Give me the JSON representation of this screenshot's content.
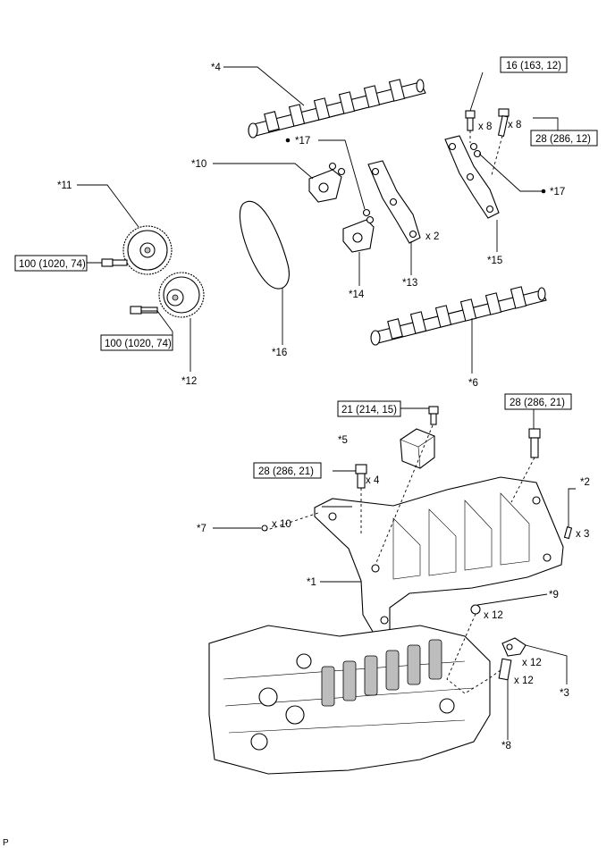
{
  "labels": {
    "p1": "*1",
    "p2": "*2",
    "p3": "*3",
    "p4": "*4",
    "p5": "*5",
    "p6": "*6",
    "p7": "*7",
    "p8": "*8",
    "p9": "*9",
    "p10": "*10",
    "p11": "*11",
    "p12": "*12",
    "p13": "*13",
    "p14": "*14",
    "p15": "*15",
    "p16": "*16",
    "p17a": "*17",
    "p17b": "*17"
  },
  "torque": {
    "t_top_left": "16 (163, 12)",
    "t_top_right": "28 (286, 12)",
    "t_gear11": "100 (1020, 74)",
    "t_gear12": "100 (1020, 74)",
    "t_bolt5": "21 (214, 15)",
    "t_right_bolt": "28 (286, 21)",
    "t_carrier_bolt": "28 (286, 21)"
  },
  "quantities": {
    "q_bolt_a": "x 8",
    "q_bolt_b": "x 8",
    "q_cap13": "x 2",
    "q_carrier": "x 4",
    "q_pin7": "x 10",
    "q_pin2": "x 3",
    "q_ball9": "x 12",
    "q_rocker3": "x 12",
    "q_lifter8": "x 12"
  },
  "corner_mark": "P",
  "colors": {
    "line": "#000000",
    "fill": "#ffffff",
    "shade": "#bdbdbd"
  }
}
